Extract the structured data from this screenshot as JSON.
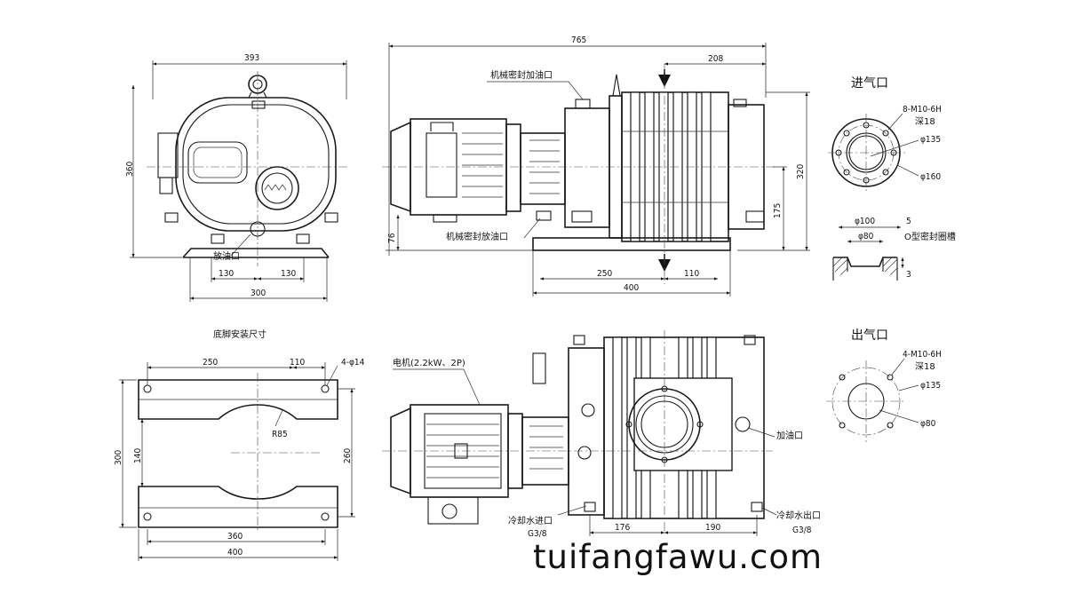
{
  "views": {
    "front": {
      "dims": {
        "width_total": "393",
        "height_total": "360",
        "foot_left": "130",
        "foot_right": "130",
        "foot_total": "300"
      },
      "labels": {
        "drain": "放油口"
      }
    },
    "side": {
      "dims": {
        "length_total": "765",
        "inlet_offset": "208",
        "height_total": "320",
        "axis_height": "175",
        "base_height": "76",
        "base_left": "250",
        "base_right": "110",
        "base_total": "400"
      },
      "labels": {
        "seal_fill": "机械密封加油口",
        "seal_drain": "机械密封放油口"
      }
    },
    "inlet": {
      "title": "进气口",
      "labels": {
        "bolts": "8-M10-6H",
        "depth": "深18",
        "pcd": "φ135",
        "outer": "φ160"
      },
      "groove": {
        "outer": "φ100",
        "inner": "φ80",
        "width": "5",
        "depth": "3",
        "name": "O型密封圈槽"
      }
    },
    "outlet": {
      "title": "出气口",
      "labels": {
        "bolts": "4-M10-6H",
        "depth": "深18",
        "pcd": "φ135",
        "bore": "φ80"
      }
    },
    "base": {
      "title": "底脚安装尺寸",
      "dims": {
        "left": "250",
        "right": "110",
        "holes": "4-φ14",
        "radius": "R85",
        "height_total": "300",
        "inner": "140",
        "side_height": "260",
        "hole_span": "360",
        "total": "400"
      }
    },
    "top": {
      "labels": {
        "motor": "电机(2.2kW、2P)",
        "oil_fill": "加油口",
        "water_in": "冷却水进口",
        "water_in_size": "G3/8",
        "water_out": "冷却水出口",
        "water_out_size": "G3/8"
      },
      "dims": {
        "left": "176",
        "right": "190"
      }
    }
  },
  "watermark": "tuifangfawu.com"
}
